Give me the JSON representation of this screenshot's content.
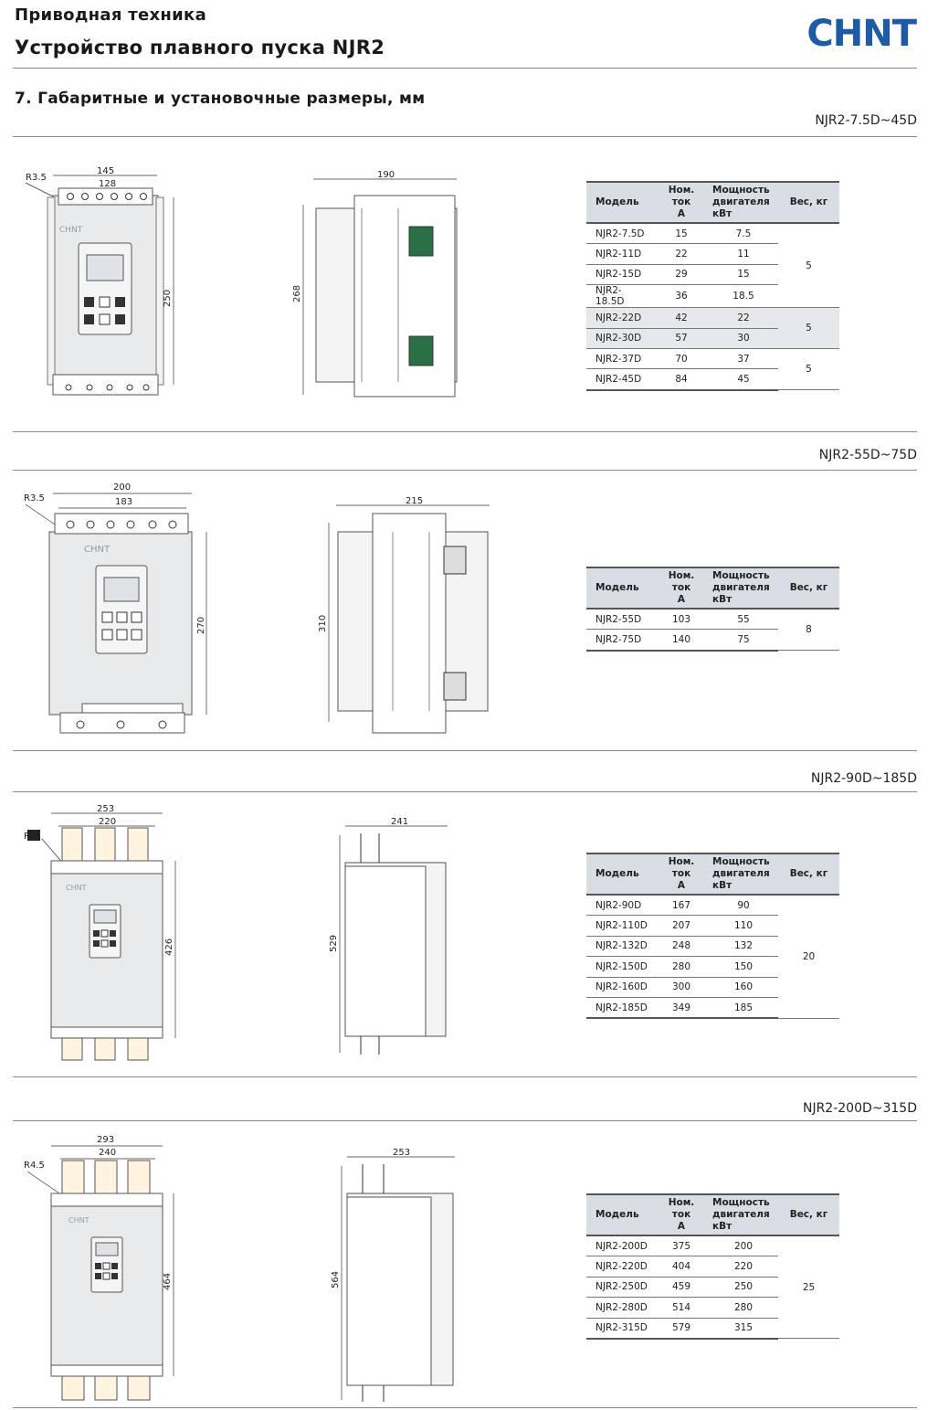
{
  "header": {
    "category": "Приводная техника",
    "title": "Устройство плавного пуска NJR2",
    "logo": "CHNT"
  },
  "section_heading": "7. Габаритные и установочные размеры, мм",
  "table_headers": {
    "model": "Модель",
    "current_line1": "Ном. ток",
    "current_line2": "А",
    "power_line1": "Мощность",
    "power_line2": "двигателя",
    "power_line3": "кВт",
    "weight": "Вес, кг"
  },
  "groups": [
    {
      "title": "NJR2-7.5D~45D",
      "front": {
        "radius": "R3.5",
        "width_outer": "145",
        "width_inner": "128",
        "height": "250",
        "brand": "CHNT"
      },
      "side": {
        "depth": "190",
        "height": "268"
      },
      "rows": [
        {
          "model": "NJR2-7.5D",
          "current": "15",
          "power": "7.5"
        },
        {
          "model": "NJR2-11D",
          "current": "22",
          "power": "11"
        },
        {
          "model": "NJR2-15D",
          "current": "29",
          "power": "15"
        },
        {
          "model": "NJR2-18.5D",
          "current": "36",
          "power": "18.5"
        },
        {
          "model": "NJR2-22D",
          "current": "42",
          "power": "22"
        },
        {
          "model": "NJR2-30D",
          "current": "57",
          "power": "30"
        },
        {
          "model": "NJR2-37D",
          "current": "70",
          "power": "37"
        },
        {
          "model": "NJR2-45D",
          "current": "84",
          "power": "45"
        }
      ],
      "weights": [
        "5",
        "5",
        "5"
      ]
    },
    {
      "title": "NJR2-55D~75D",
      "front": {
        "radius": "R3.5",
        "width_outer": "200",
        "width_inner": "183",
        "height": "270",
        "brand": "CHNT"
      },
      "side": {
        "depth": "215",
        "height": "310"
      },
      "rows": [
        {
          "model": "NJR2-55D",
          "current": "103",
          "power": "55"
        },
        {
          "model": "NJR2-75D",
          "current": "140",
          "power": "75"
        }
      ],
      "weights": [
        "8"
      ]
    },
    {
      "title": "NJR2-90D~185D",
      "front": {
        "radius": "R",
        "width_outer": "253",
        "width_inner": "220",
        "height": "426",
        "brand": "CHNT"
      },
      "side": {
        "depth": "241",
        "height": "529"
      },
      "rows": [
        {
          "model": "NJR2-90D",
          "current": "167",
          "power": "90"
        },
        {
          "model": "NJR2-110D",
          "current": "207",
          "power": "110"
        },
        {
          "model": "NJR2-132D",
          "current": "248",
          "power": "132"
        },
        {
          "model": "NJR2-150D",
          "current": "280",
          "power": "150"
        },
        {
          "model": "NJR2-160D",
          "current": "300",
          "power": "160"
        },
        {
          "model": "NJR2-185D",
          "current": "349",
          "power": "185"
        }
      ],
      "weights": [
        "20"
      ]
    },
    {
      "title": "NJR2-200D~315D",
      "front": {
        "radius": "R4.5",
        "width_outer": "293",
        "width_inner": "240",
        "height": "464",
        "brand": "CHNT"
      },
      "side": {
        "depth": "253",
        "height": "564"
      },
      "rows": [
        {
          "model": "NJR2-200D",
          "current": "375",
          "power": "200"
        },
        {
          "model": "NJR2-220D",
          "current": "404",
          "power": "220"
        },
        {
          "model": "NJR2-250D",
          "current": "459",
          "power": "250"
        },
        {
          "model": "NJR2-280D",
          "current": "514",
          "power": "280"
        },
        {
          "model": "NJR2-315D",
          "current": "579",
          "power": "315"
        }
      ],
      "weights": [
        "25"
      ]
    }
  ]
}
